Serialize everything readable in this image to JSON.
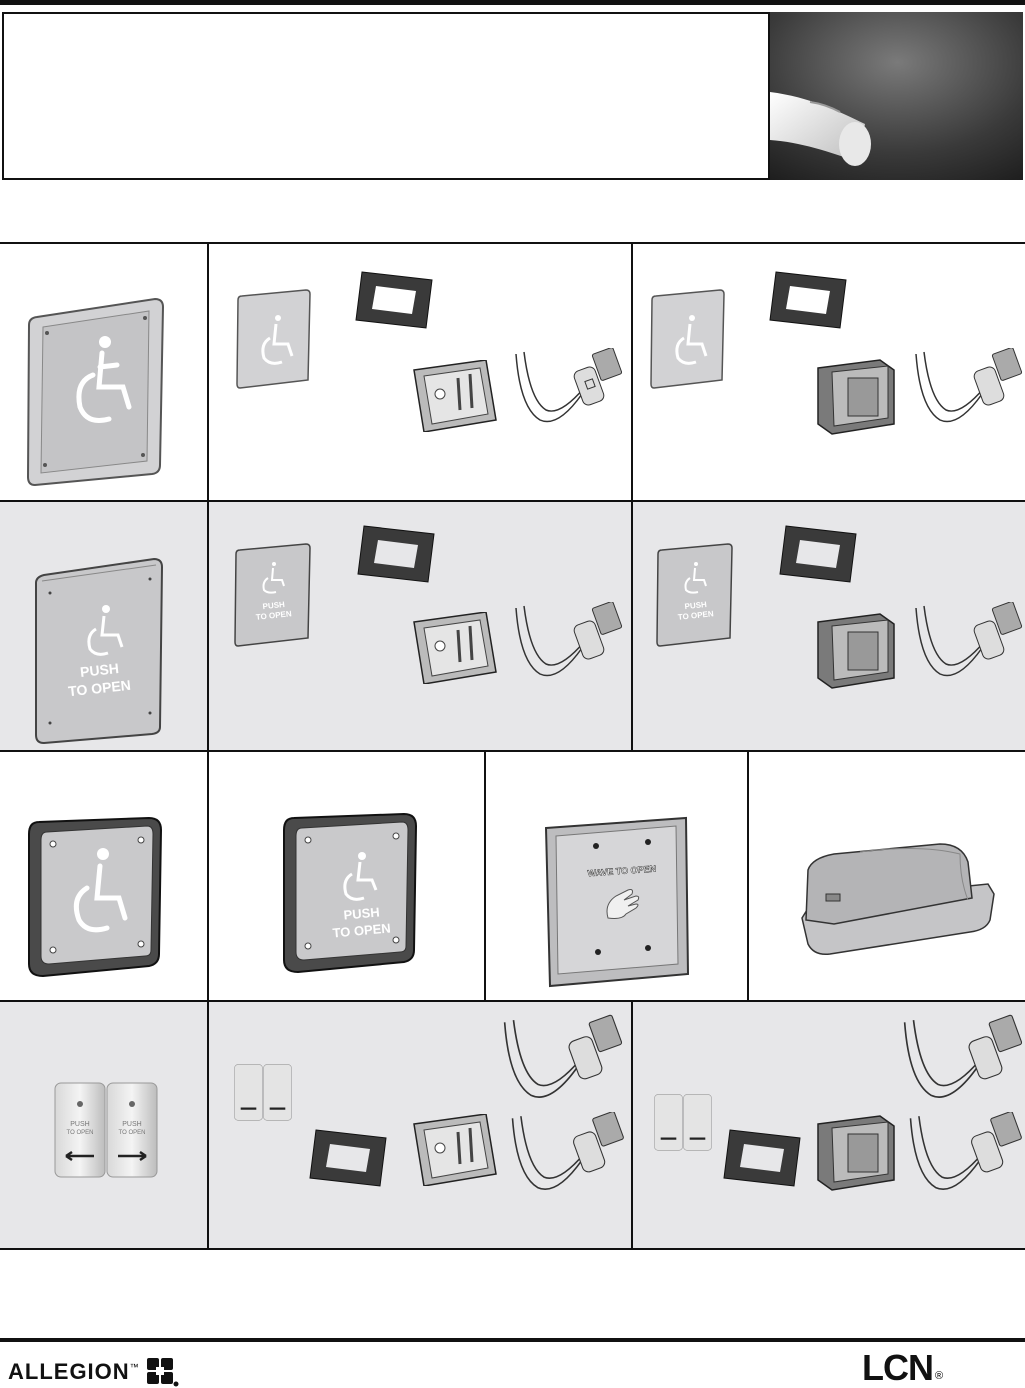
{
  "footer": {
    "brand_left": "ALLEGION",
    "brand_left_tm": "™",
    "brand_right": "LCN",
    "brand_right_reg": "®"
  },
  "products": {
    "push_label_line1": "PUSH",
    "push_label_line2": "TO OPEN",
    "wave_label": "WAVE TO OPEN"
  }
}
